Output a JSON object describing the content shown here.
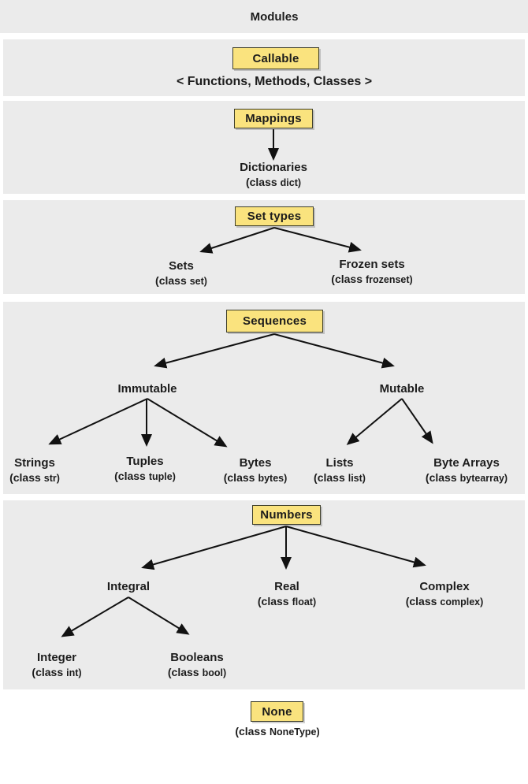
{
  "theme": {
    "section_bg": "#ebebeb",
    "box_fill": "#fae37e",
    "box_border": "#3f3f2a",
    "arrow_color": "#111111",
    "text_color": "#1c1c1c"
  },
  "modules": {
    "title": "Modules"
  },
  "callable": {
    "box_label": "Callable",
    "caption": "< Functions, Methods, Classes >"
  },
  "mappings": {
    "box_label": "Mappings",
    "child": {
      "label": "Dictionaries",
      "cls": [
        "(class",
        "dict)"
      ]
    }
  },
  "set_types": {
    "box_label": "Set types",
    "children": [
      {
        "label": "Sets",
        "cls": [
          "(class",
          "set)"
        ]
      },
      {
        "label": "Frozen sets",
        "cls": [
          "(class",
          "frozenset)"
        ]
      }
    ]
  },
  "sequences": {
    "box_label": "Sequences",
    "immutable": {
      "label": "Immutable",
      "children": [
        {
          "label": "Strings",
          "cls": [
            "(class",
            "str)"
          ]
        },
        {
          "label": "Tuples",
          "cls": [
            "(class",
            "tuple)"
          ]
        },
        {
          "label": "Bytes",
          "cls": [
            "(class",
            "bytes)"
          ]
        }
      ]
    },
    "mutable": {
      "label": "Mutable",
      "children": [
        {
          "label": "Lists",
          "cls": [
            "(class",
            "list)"
          ]
        },
        {
          "label": "Byte Arrays",
          "cls": [
            "(class",
            "bytearray)"
          ]
        }
      ]
    }
  },
  "numbers": {
    "box_label": "Numbers",
    "children": [
      {
        "label": "Integral"
      },
      {
        "label": "Real",
        "cls": [
          "(class",
          "float)"
        ]
      },
      {
        "label": "Complex",
        "cls": [
          "(class",
          "complex)"
        ]
      }
    ],
    "integral_children": [
      {
        "label": "Integer",
        "cls": [
          "(class",
          "int)"
        ]
      },
      {
        "label": "Booleans",
        "cls": [
          "(class",
          "bool)"
        ]
      }
    ]
  },
  "none": {
    "box_label": "None",
    "cls": [
      "(class",
      "NoneType)"
    ]
  }
}
